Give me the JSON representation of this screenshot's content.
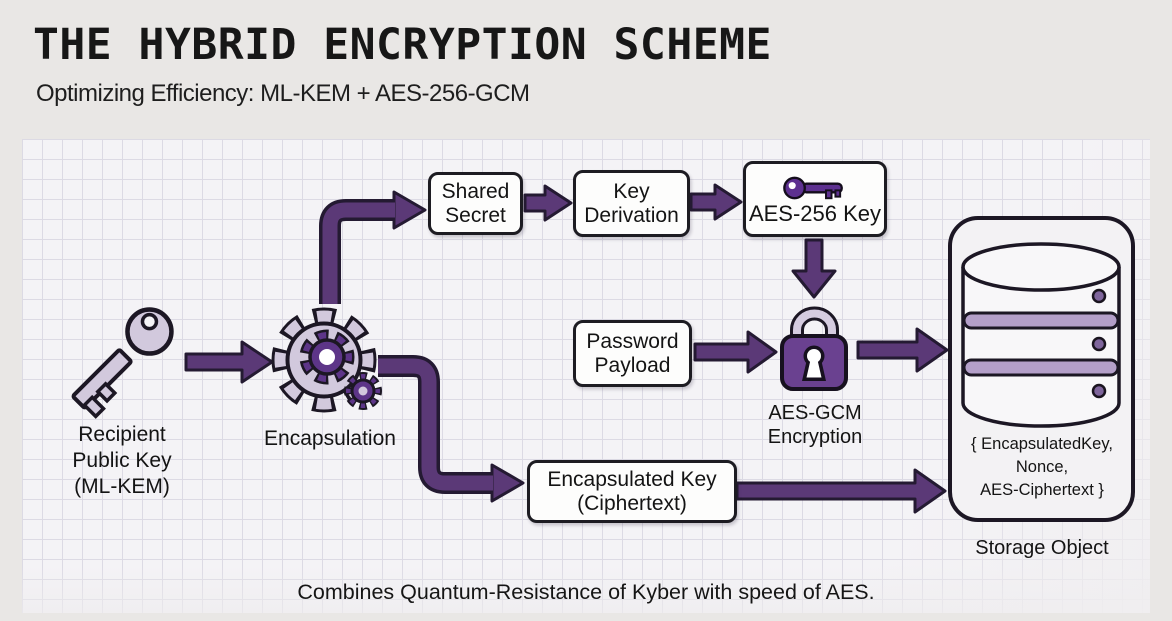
{
  "header": {
    "title": "THE HYBRID ENCRYPTION SCHEME",
    "subtitle": "Optimizing Efficiency: ML-KEM + AES-256-GCM"
  },
  "diagram": {
    "recipient_key_label": "Recipient\nPublic Key\n(ML-KEM)",
    "encapsulation_label": "Encapsulation",
    "shared_secret_box": "Shared\nSecret",
    "key_derivation_box": "Key\nDerivation",
    "aes_key_box": "AES-256 Key",
    "password_payload_box": "Password\nPayload",
    "aes_gcm_label": "AES-GCM\nEncryption",
    "encapsulated_key_box": "Encapsulated Key\n(Ciphertext)",
    "storage_contents": "{ EncapsulatedKey,\nNonce,\nAES-Ciphertext }",
    "storage_label": "Storage Object"
  },
  "caption": "Combines Quantum-Resistance of Kyber with speed of AES.",
  "icons": {
    "recipient_key": "key-icon",
    "encapsulation": "gears-icon",
    "aes_key": "small-key-icon",
    "encryption": "padlock-icon",
    "storage": "database-icon"
  },
  "colors": {
    "arrow_purple": "#5b3977",
    "dark_purple": "#5d3588",
    "light_lavender": "#d2c9dd",
    "lock_body": "#6a4190",
    "band_purple": "#b49fc9",
    "outline": "#1c1724",
    "paper": "#f4f3f6",
    "grid_line": "#dcdae4",
    "page_bg": "#e9e7e5"
  }
}
